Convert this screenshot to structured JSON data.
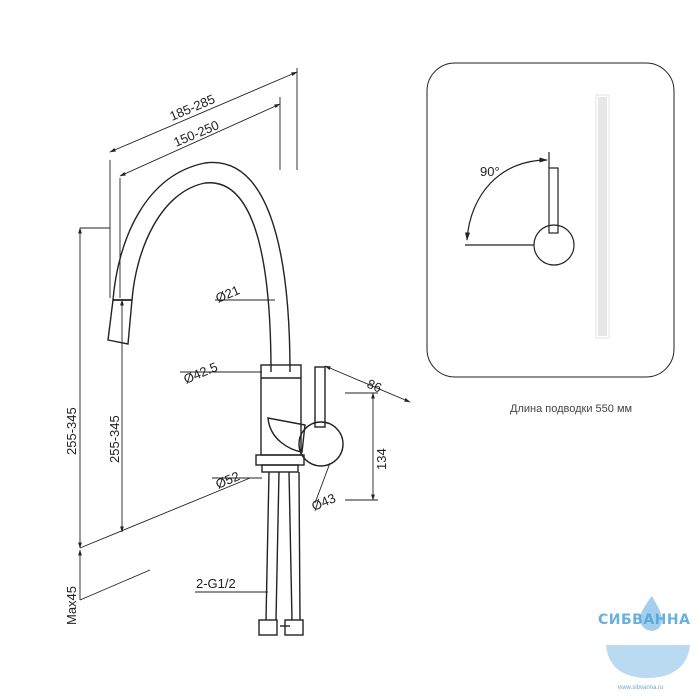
{
  "dimensions": {
    "reach_outer": "185-285",
    "reach_inner": "150-250",
    "spout_diameter": "Ø21",
    "body_diameter": "Ø42.5",
    "base_diameter": "Ø52",
    "handle_diameter": "Ø43",
    "handle_offset": "86",
    "body_height": "134",
    "height_total": "255-345",
    "height_spout": "255-345",
    "max_deck": "Max45",
    "connection": "2-G1/2",
    "rotation_angle": "90°"
  },
  "note": "Длина подводки 550 мм",
  "brand": {
    "name": "СИБВАННА",
    "url": "www.sibvanna.ru",
    "color": "#4fa3d9"
  }
}
